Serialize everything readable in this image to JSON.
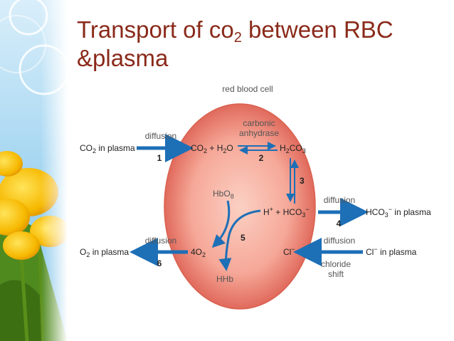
{
  "slide": {
    "title_main": "Transport of co",
    "title_sub": "2",
    "title_rest": " between RBC",
    "title_line2": "&plasma"
  },
  "diagram": {
    "cell_label": "red blood cell",
    "co2_plasma": {
      "base": "CO",
      "sub": "2",
      "rest": " in plasma"
    },
    "diffusion_1": "diffusion",
    "step_1": "1",
    "co2_h2o": {
      "a": "CO",
      "asub": "2",
      "b": " + H",
      "bsub": "2",
      "c": "O"
    },
    "enzyme_line1": "carbonic",
    "enzyme_line2": "anhydrase",
    "step_2": "2",
    "h2co3": {
      "a": "H",
      "asub": "2",
      "b": "CO",
      "bsub": "3"
    },
    "step_3": "3",
    "hbo8": {
      "a": "HbO",
      "asub": "8"
    },
    "h_hco3": {
      "a": "H",
      "asup": "+",
      "b": " + HCO",
      "bsub": "3",
      "bsup": "−"
    },
    "diffusion_4": "diffusion",
    "step_4": "4",
    "hco3_plasma": {
      "a": "HCO",
      "asub": "3",
      "asup": "−",
      "b": " in plasma"
    },
    "step_5": "5",
    "o2_plasma": {
      "a": "O",
      "asub": "2",
      "b": " in plasma"
    },
    "diffusion_6": "diffusion",
    "step_6": "6",
    "four_o2": {
      "a": "4O",
      "asub": "2"
    },
    "hhb": "HHb",
    "cl_in": {
      "a": "Cl",
      "asup": "−"
    },
    "diffusion_cl": "diffusion",
    "cl_plasma": {
      "a": "Cl",
      "asup": "−",
      "b": " in plasma"
    },
    "shift_line1": "chloride",
    "shift_line2": "shift"
  },
  "colors": {
    "title": "#8a2a1a",
    "arrow": "#1d6fb6",
    "cell_center": "#f9c7b9",
    "cell_edge": "#e0685a"
  }
}
